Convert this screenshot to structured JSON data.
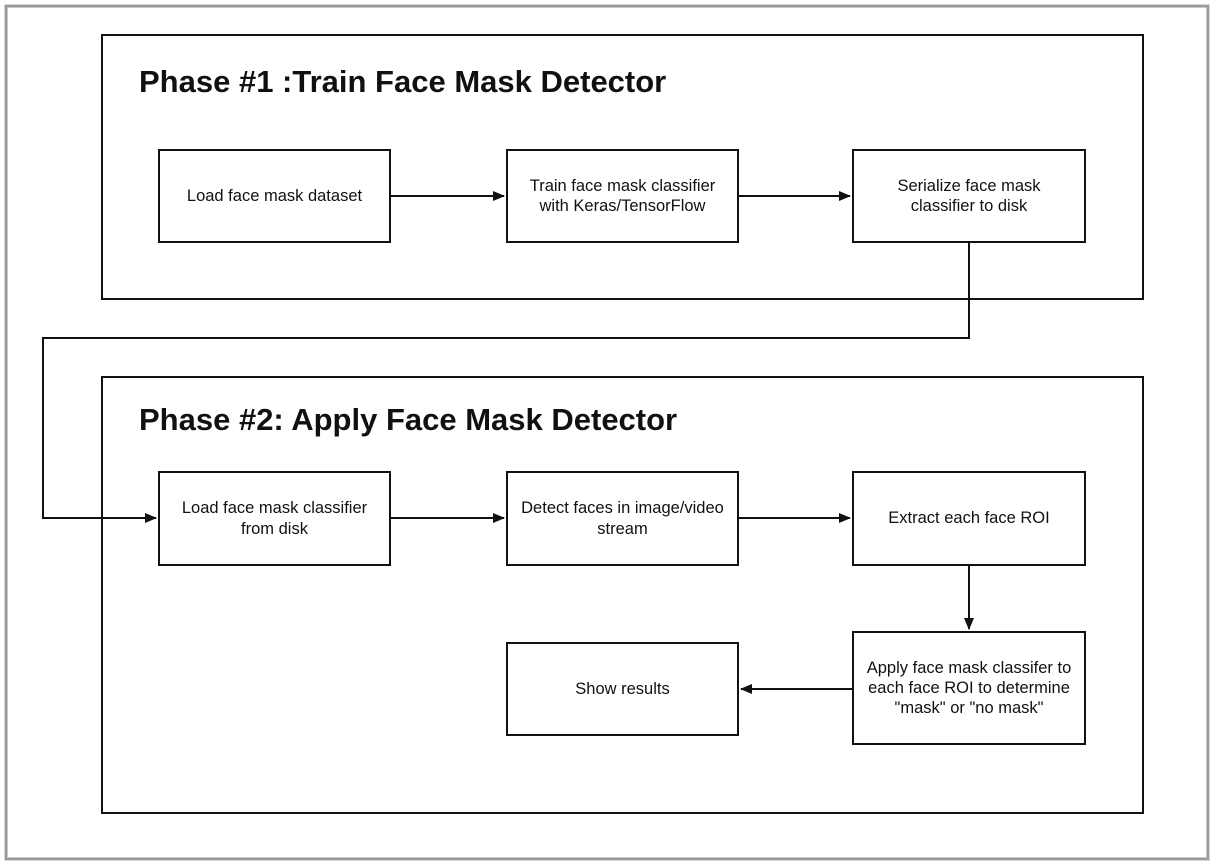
{
  "phases": [
    {
      "title": "Phase #1 :Train Face Mask Detector",
      "steps": [
        "Load face mask dataset",
        "Train face mask classifier with Keras/TensorFlow",
        "Serialize face mask classifier to disk"
      ]
    },
    {
      "title": "Phase #2: Apply Face Mask Detector",
      "steps": [
        "Load face mask classifier from disk",
        "Detect faces in image/video stream",
        "Extract each face ROI",
        "Apply face mask classifer to each face ROI to determine \"mask\" or \"no mask\"",
        "Show results"
      ]
    }
  ]
}
